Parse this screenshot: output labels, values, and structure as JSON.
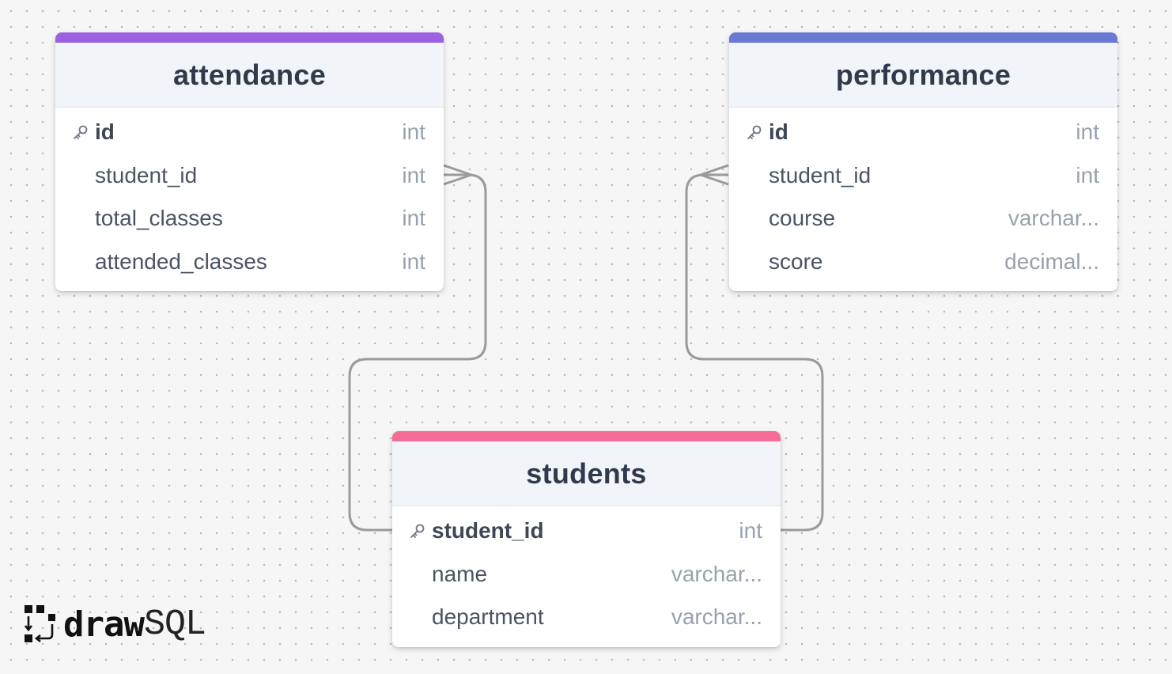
{
  "brand": {
    "name_bold": "draw",
    "name_light": "SQL"
  },
  "colors": {
    "attendance_accent": "#9b61e0",
    "performance_accent": "#6979d4",
    "students_accent": "#f56d96",
    "relation_line": "#9b9b9b"
  },
  "tables": {
    "attendance": {
      "title": "attendance",
      "fields": [
        {
          "name": "id",
          "type": "int",
          "pk": true
        },
        {
          "name": "student_id",
          "type": "int",
          "pk": false
        },
        {
          "name": "total_classes",
          "type": "int",
          "pk": false
        },
        {
          "name": "attended_classes",
          "type": "int",
          "pk": false
        }
      ]
    },
    "performance": {
      "title": "performance",
      "fields": [
        {
          "name": "id",
          "type": "int",
          "pk": true
        },
        {
          "name": "student_id",
          "type": "int",
          "pk": false
        },
        {
          "name": "course",
          "type": "varchar...",
          "pk": false
        },
        {
          "name": "score",
          "type": "decimal...",
          "pk": false
        }
      ]
    },
    "students": {
      "title": "students",
      "fields": [
        {
          "name": "student_id",
          "type": "int",
          "pk": true
        },
        {
          "name": "name",
          "type": "varchar...",
          "pk": false
        },
        {
          "name": "department",
          "type": "varchar...",
          "pk": false
        }
      ]
    }
  },
  "relations": [
    {
      "from": "attendance.student_id",
      "to": "students.student_id",
      "cardinality": "many-to-one"
    },
    {
      "from": "performance.student_id",
      "to": "students.student_id",
      "cardinality": "many-to-one"
    }
  ]
}
